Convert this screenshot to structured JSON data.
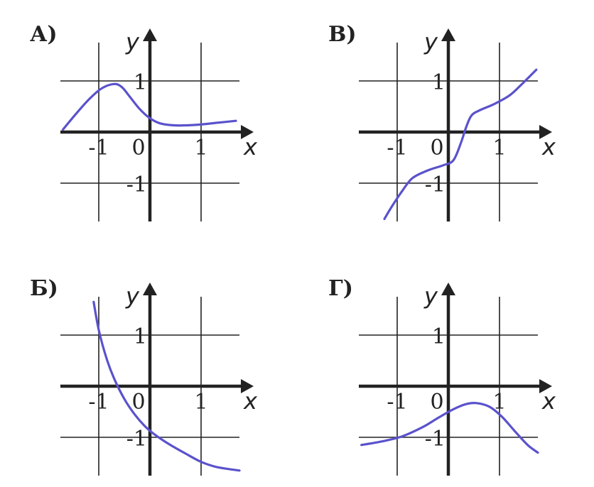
{
  "curve_color": "#5a52cc",
  "chart_data": [
    {
      "type": "line",
      "panel_label": "А)",
      "xlabel": "x",
      "ylabel": "y",
      "xlim": [
        -1.75,
        1.75
      ],
      "ylim": [
        -1.75,
        1.75
      ],
      "x_ticks": [
        {
          "value": -1,
          "label": "-1"
        },
        {
          "value": 1,
          "label": "1"
        }
      ],
      "y_ticks": [
        {
          "value": 1,
          "label": "1"
        },
        {
          "value": -1,
          "label": "-1"
        }
      ],
      "origin_label": "0",
      "grid": true,
      "series": [
        {
          "x": [
            -1.7,
            -1.45,
            -1.2,
            -0.95,
            -0.7,
            -0.55,
            -0.4,
            -0.2,
            0,
            0.2,
            0.5,
            0.9,
            1.3,
            1.68
          ],
          "y": [
            0.05,
            0.35,
            0.63,
            0.85,
            0.94,
            0.88,
            0.7,
            0.45,
            0.27,
            0.17,
            0.13,
            0.14,
            0.18,
            0.22
          ]
        }
      ]
    },
    {
      "type": "line",
      "panel_label": "В)",
      "xlabel": "x",
      "ylabel": "y",
      "xlim": [
        -1.75,
        1.75
      ],
      "ylim": [
        -1.75,
        1.75
      ],
      "x_ticks": [
        {
          "value": -1,
          "label": "-1"
        },
        {
          "value": 1,
          "label": "1"
        }
      ],
      "y_ticks": [
        {
          "value": 1,
          "label": "1"
        },
        {
          "value": -1,
          "label": "-1"
        }
      ],
      "origin_label": "0",
      "grid": true,
      "series": [
        {
          "x": [
            -1.25,
            -1.1,
            -0.9,
            -0.7,
            -0.4,
            -0.1,
            0.1,
            0.25,
            0.35,
            0.45,
            0.6,
            0.9,
            1.2,
            1.45,
            1.72
          ],
          "y": [
            -1.7,
            -1.45,
            -1.15,
            -0.9,
            -0.75,
            -0.65,
            -0.55,
            -0.2,
            0.1,
            0.32,
            0.42,
            0.55,
            0.72,
            0.95,
            1.22
          ]
        }
      ]
    },
    {
      "type": "line",
      "panel_label": "Б)",
      "xlabel": "x",
      "ylabel": "y",
      "xlim": [
        -1.75,
        1.75
      ],
      "ylim": [
        -1.75,
        1.75
      ],
      "x_ticks": [
        {
          "value": -1,
          "label": "-1"
        },
        {
          "value": 1,
          "label": "1"
        }
      ],
      "y_ticks": [
        {
          "value": 1,
          "label": "1"
        },
        {
          "value": -1,
          "label": "-1"
        }
      ],
      "origin_label": "0",
      "grid": true,
      "series": [
        {
          "x": [
            -1.1,
            -1.0,
            -0.85,
            -0.7,
            -0.5,
            -0.3,
            -0.1,
            0.1,
            0.4,
            0.7,
            1.0,
            1.3,
            1.75
          ],
          "y": [
            1.65,
            1.1,
            0.55,
            0.15,
            -0.25,
            -0.55,
            -0.78,
            -0.95,
            -1.15,
            -1.32,
            -1.48,
            -1.58,
            -1.65
          ]
        }
      ]
    },
    {
      "type": "line",
      "panel_label": "Г)",
      "xlabel": "x",
      "ylabel": "y",
      "xlim": [
        -1.75,
        1.75
      ],
      "ylim": [
        -1.75,
        1.75
      ],
      "x_ticks": [
        {
          "value": -1,
          "label": "-1"
        },
        {
          "value": 1,
          "label": "1"
        }
      ],
      "y_ticks": [
        {
          "value": 1,
          "label": "1"
        },
        {
          "value": -1,
          "label": "-1"
        }
      ],
      "origin_label": "0",
      "grid": true,
      "series": [
        {
          "x": [
            -1.7,
            -1.3,
            -0.9,
            -0.5,
            -0.2,
            0.1,
            0.35,
            0.55,
            0.8,
            1.05,
            1.3,
            1.55,
            1.75
          ],
          "y": [
            -1.15,
            -1.08,
            -0.98,
            -0.8,
            -0.62,
            -0.45,
            -0.35,
            -0.33,
            -0.4,
            -0.6,
            -0.88,
            -1.15,
            -1.3
          ]
        }
      ]
    }
  ]
}
